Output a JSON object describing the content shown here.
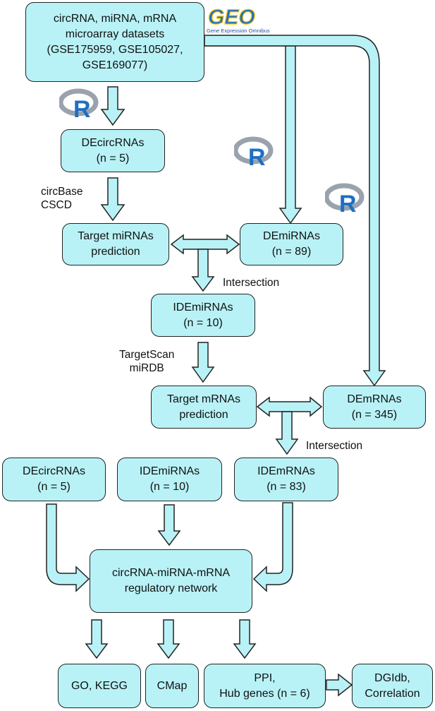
{
  "title": "",
  "colors": {
    "box_fill": "#b8f2f6",
    "outline": "#222222",
    "r_logo_blue": "#1f6fc4",
    "r_logo_grey": "#9aa3ad"
  },
  "logos": {
    "geo": {
      "wordmark": "GEO",
      "caption": "Gene Expression Omnibus"
    },
    "r_icon": "R"
  },
  "boxes": {
    "datasets": "circRNA, miRNA, mRNA\nmicroarray datasets\n(GSE175959, GSE105027,\nGSE169077)",
    "decirc": "DEcircRNAs\n(n = 5)",
    "target_mirna": "Target miRNAs\nprediction",
    "demirna": "DEmiRNAs\n(n = 89)",
    "idemirna": "IDEmiRNAs\n(n = 10)",
    "target_mrna": "Target mRNAs\nprediction",
    "demrna": "DEmRNAs\n(n = 345)",
    "decirc2": "DEcircRNAs\n(n = 5)",
    "idemirna2": "IDEmiRNAs\n(n = 10)",
    "idemrna": "IDEmRNAs\n(n = 83)",
    "network": "circRNA-miRNA-mRNA\nregulatory network",
    "go": "GO, KEGG",
    "cmap": "CMap",
    "ppi": "PPI,\nHub genes (n = 6)",
    "dgidb": "DGIdb,\nCorrelation"
  },
  "labels": {
    "circbase": "circBase\nCSCD",
    "intersection1": "Intersection",
    "targetscan": "TargetScan\nmiRDB",
    "intersection2": "Intersection"
  }
}
